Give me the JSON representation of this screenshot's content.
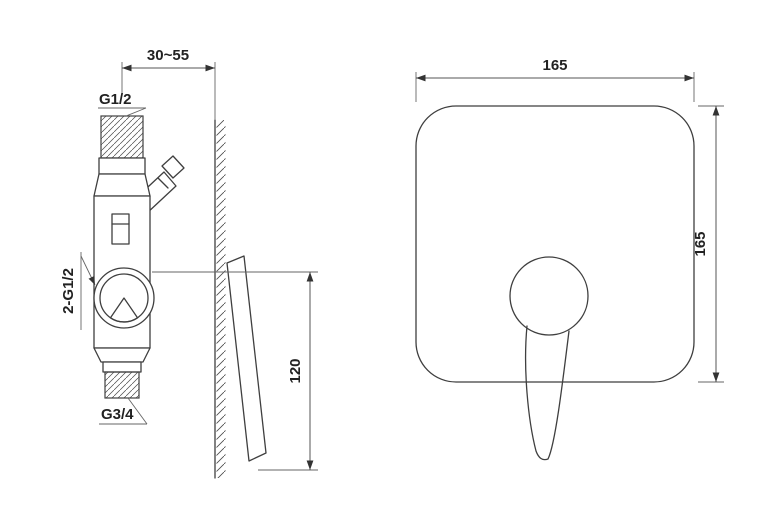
{
  "drawing": {
    "labels": {
      "wall_depth": "30~55",
      "top_thread": "G1/2",
      "inlet_threads": "2-G1/2",
      "bottom_thread": "G3/4",
      "install_height": "120",
      "plate_width": "165",
      "plate_height": "165"
    },
    "colors": {
      "line": "#3f3f3f",
      "dimension": "#555555",
      "text": "#222222"
    }
  }
}
